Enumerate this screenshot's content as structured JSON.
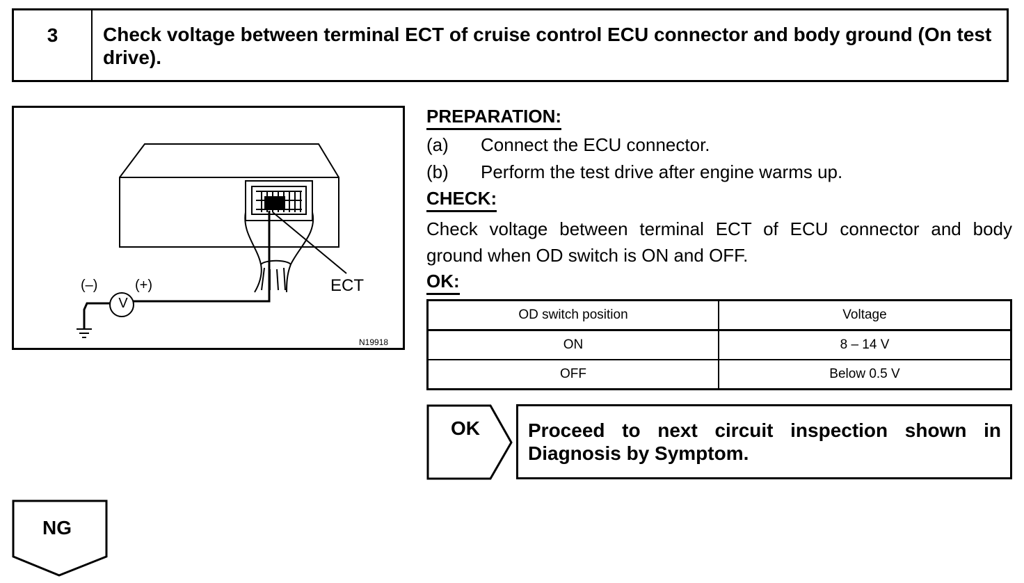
{
  "step": {
    "number": "3",
    "title": "Check voltage between terminal ECT of cruise control ECU connector and body ground (On test drive)."
  },
  "figure": {
    "terminal_label": "ECT",
    "minus_label": "(–)",
    "plus_label": "(+)",
    "voltmeter_label": "V",
    "figure_code": "N19918"
  },
  "preparation": {
    "heading": "PREPARATION:",
    "items": [
      {
        "label": "(a)",
        "text": "Connect the ECU connector."
      },
      {
        "label": "(b)",
        "text": "Perform the test drive after engine warms up."
      }
    ]
  },
  "check": {
    "heading": "CHECK:",
    "text": "Check voltage between terminal ECT of ECU connector and body ground when OD switch is ON and OFF."
  },
  "ok": {
    "heading": "OK:",
    "table": {
      "headers": [
        "OD switch position",
        "Voltage"
      ],
      "rows": [
        [
          "ON",
          "8 – 14 V"
        ],
        [
          "OFF",
          "Below 0.5 V"
        ]
      ]
    }
  },
  "ok_result": {
    "label": "OK",
    "text": "Proceed to next circuit inspection shown in Diagnosis by Symptom."
  },
  "ng_result": {
    "label": "NG"
  }
}
